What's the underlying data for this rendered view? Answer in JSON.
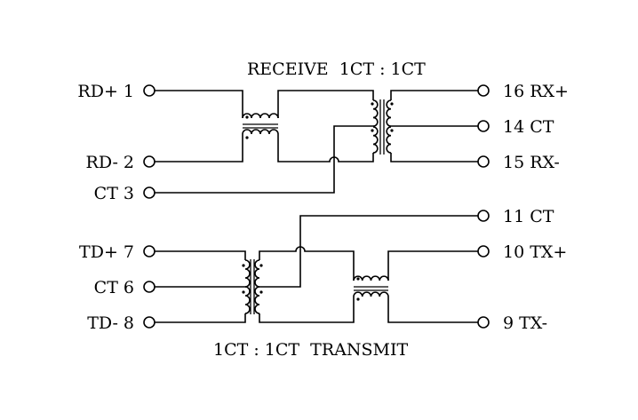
{
  "receive_title": "RECEIVE  1CT : 1CT",
  "transmit_title": "1CT : 1CT  TRANSMIT",
  "left_pins": {
    "rd_plus": "RD+ 1",
    "rd_minus": "RD- 2",
    "ct3": "CT 3",
    "td_plus": "TD+ 7",
    "ct6": "CT 6",
    "td_minus": "TD- 8"
  },
  "right_pins": {
    "rx_plus": "16 RX+",
    "ct14": "14 CT",
    "rx_minus": "15 RX-",
    "ct11": "11 CT",
    "tx_plus": "10 TX+",
    "tx_minus": "9 TX-"
  }
}
